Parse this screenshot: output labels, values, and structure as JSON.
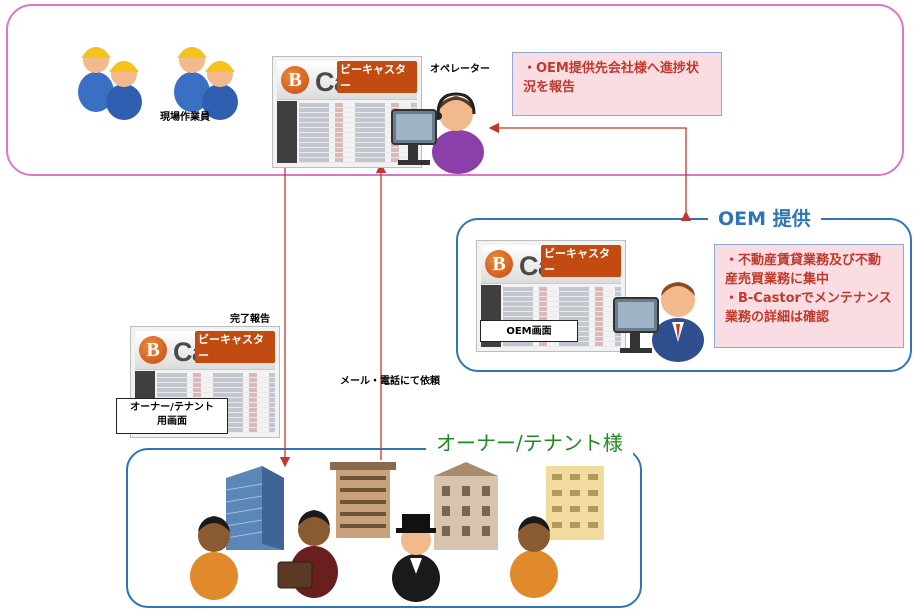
{
  "operator_area": {
    "workers_label": "現場作業員",
    "operator_label": "オペレーター",
    "report_note": "・OEM提供先会社様へ進捗状況を報告"
  },
  "oem_area": {
    "title": "OEM 提供",
    "screen_caption": "OEM画面",
    "notes": [
      "・不動産賃貸業務及び不動産売買業務に集中",
      "・B-Castorでメンテナンス業務の詳細は確認"
    ]
  },
  "owner_area": {
    "title": "オーナー/テナント様",
    "screen_caption_line1": "オーナー/テナント",
    "screen_caption_line2": "用画面"
  },
  "flows": {
    "completion_report": "完了報告",
    "request": "メール・電話にて依頼"
  },
  "logo": {
    "badge": "B",
    "name": "Castor",
    "kana": "ビーキャスター"
  },
  "colors": {
    "operator_frame": "#d977c6",
    "oem_frame": "#2e75b6",
    "owner_title": "#1f8a1f",
    "arrow": "#c0392b",
    "note_text": "#c0392b",
    "note_fill": "#f9dde3"
  }
}
